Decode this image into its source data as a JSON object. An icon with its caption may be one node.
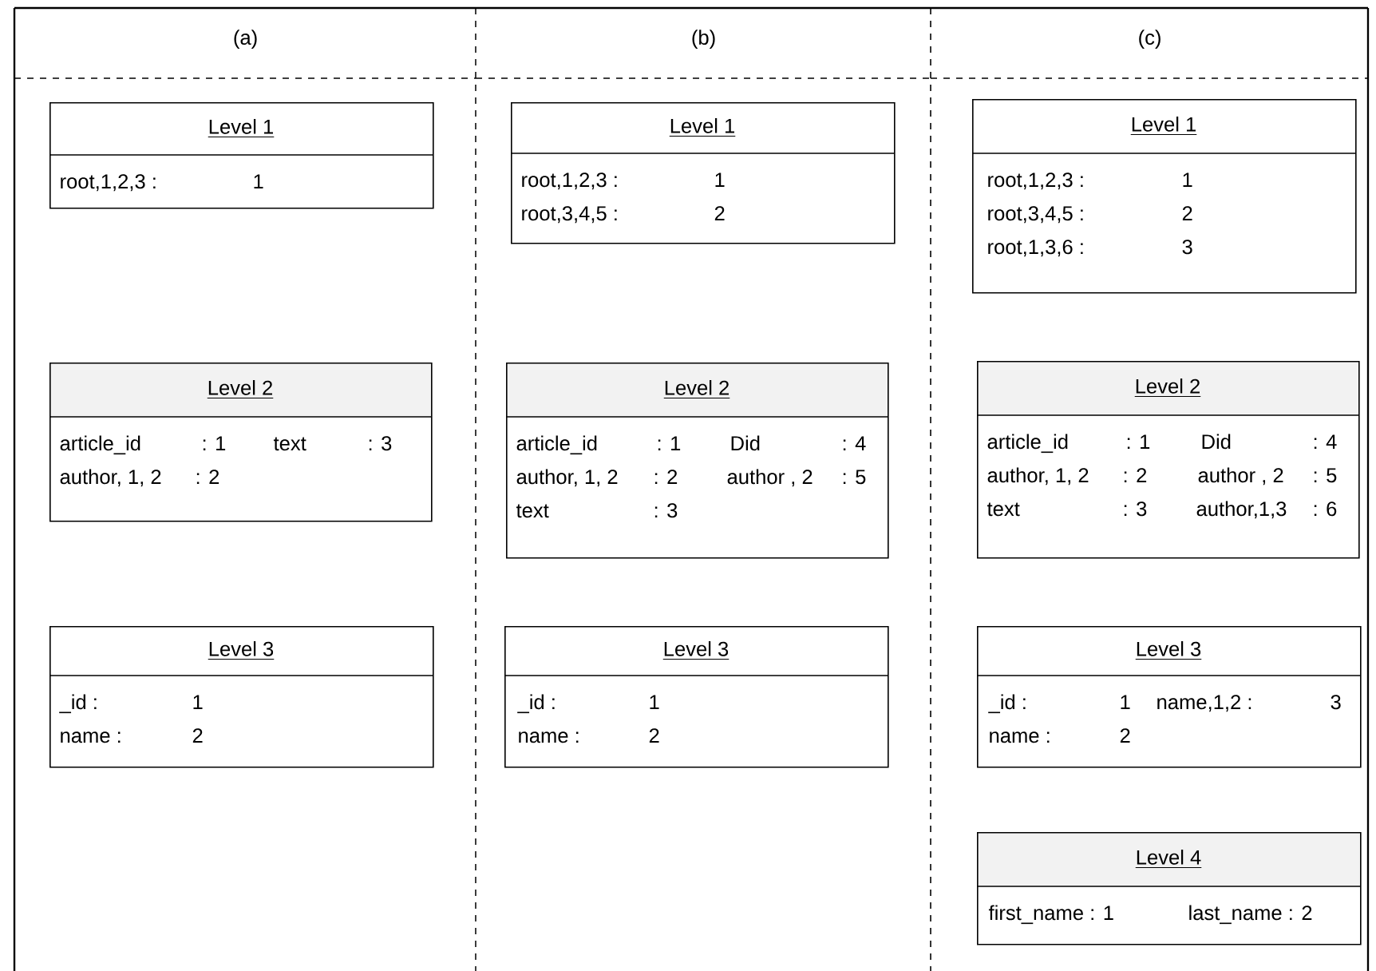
{
  "diagram": {
    "nodes": [
      {
        "text": [
          "(a)"
        ]
      },
      {
        "text": [
          "Level 1",
          "root,1,2,3 :",
          "1"
        ],
        "in": 0
      },
      {
        "text": [
          "Level 2",
          "article_id",
          ": 1",
          "text",
          ": 3",
          "author, 1, 2",
          ": 2"
        ],
        "in": 0
      },
      {
        "text": [
          "Level 3",
          "_id :",
          "1",
          "name :",
          "2"
        ],
        "in": 0
      },
      {
        "text": [
          "(b)"
        ]
      },
      {
        "text": [
          "Level 1",
          "root,1,2,3 :",
          "1",
          "root,3,4,5 :",
          "2"
        ],
        "in": 4
      },
      {
        "text": [
          "Level 2",
          "article_id",
          ": 1",
          "Did",
          ": 4",
          "author, 1, 2",
          ": 2",
          "author , 2",
          ": 5",
          "text",
          ": 3"
        ],
        "in": 4
      },
      {
        "text": [
          "Level 3",
          "_id :",
          "1",
          "name :",
          "2"
        ],
        "in": 4
      },
      {
        "text": [
          "(c)"
        ]
      },
      {
        "text": [
          "Level 1",
          "root,1,2,3 :",
          "1",
          "root,3,4,5 :",
          "2",
          "root,1,3,6 :",
          "3"
        ],
        "in": 8
      },
      {
        "text": [
          "Level 2",
          "article_id",
          ": 1",
          "Did",
          ": 4",
          "author, 1, 2",
          ": 2",
          "author , 2",
          ": 5",
          "text",
          ": 3",
          "author,1,3",
          ": 6"
        ],
        "in": 8
      },
      {
        "text": [
          "Level 3",
          "_id :",
          "1",
          "name,1,2 :",
          "3",
          "name :",
          "2"
        ],
        "in": 8
      },
      {
        "text": [
          "Level 4",
          "first_name : 1",
          "last_name : 2"
        ],
        "in": 8
      }
    ]
  }
}
